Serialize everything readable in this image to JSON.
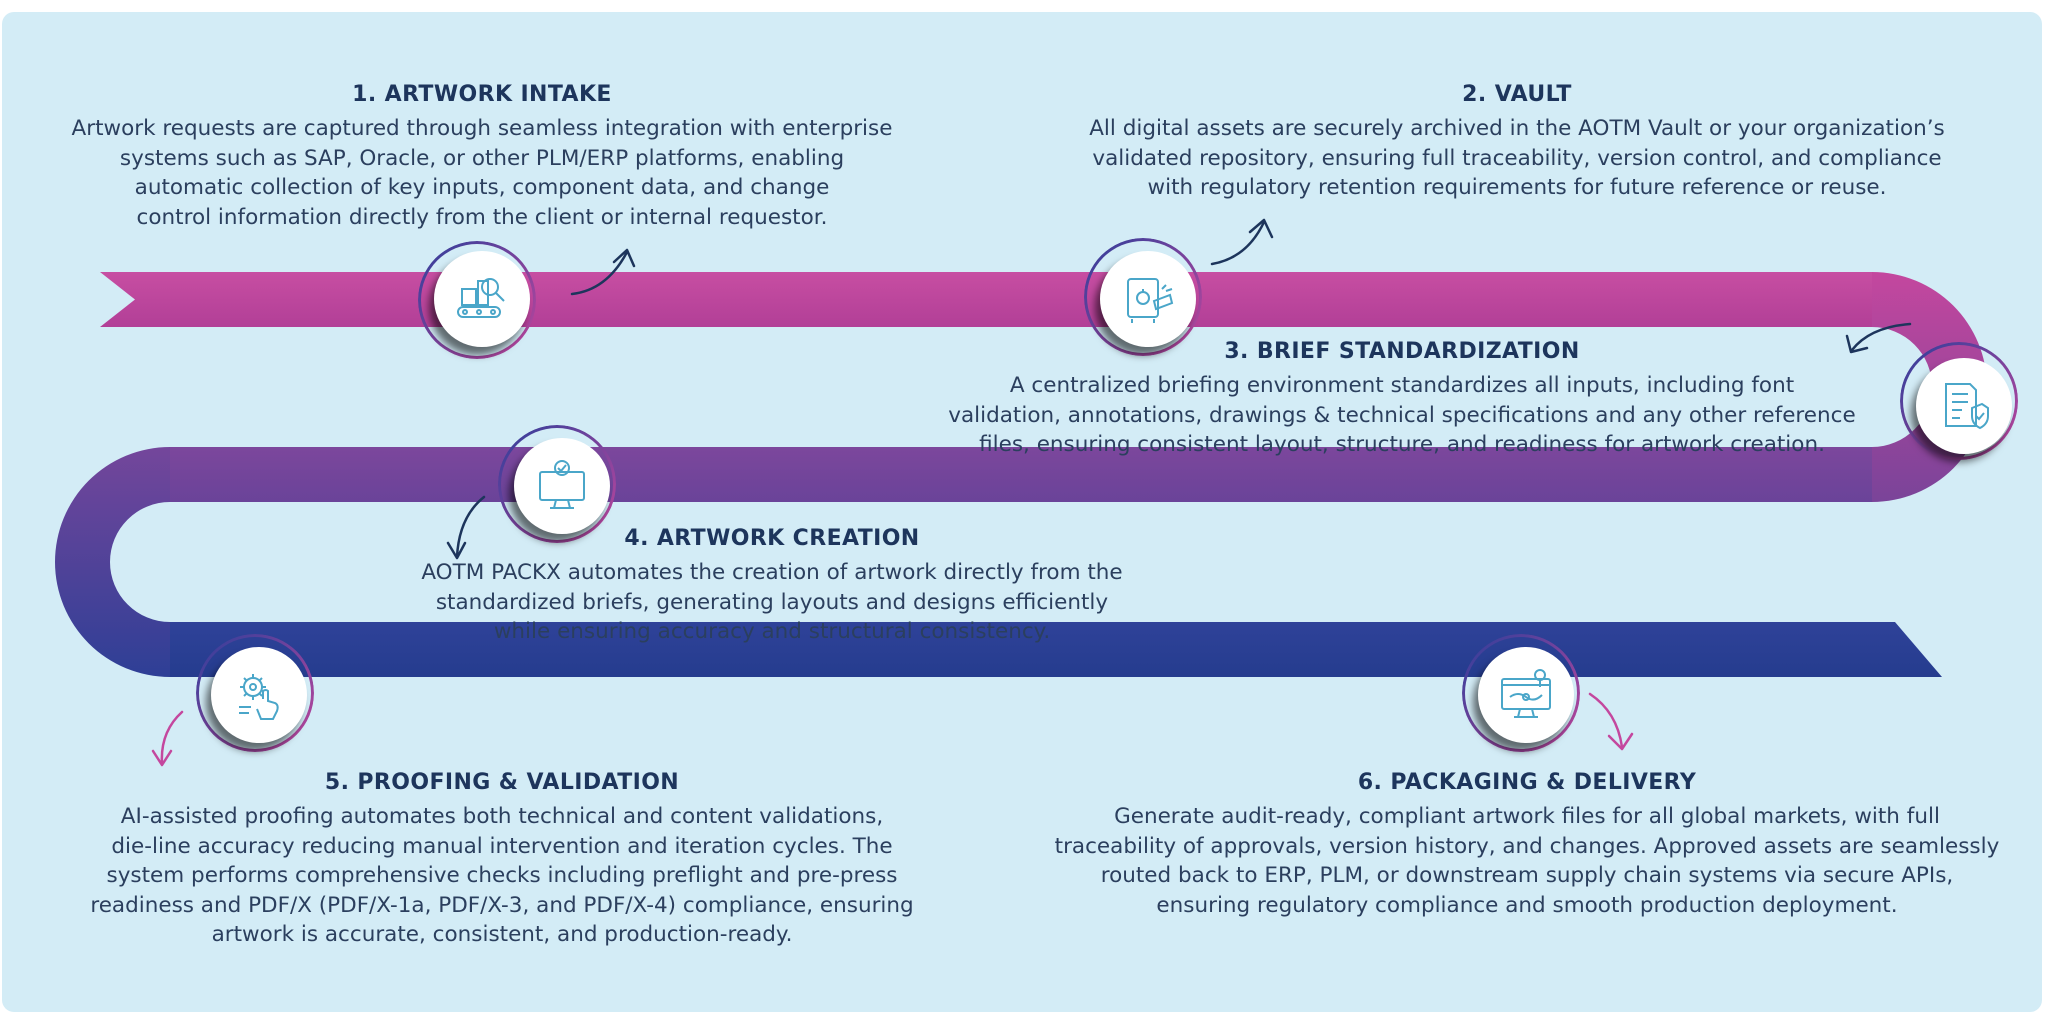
{
  "steps": [
    {
      "title": "1. ARTWORK INTAKE",
      "lines": [
        "Artwork requests are captured through seamless integration with enterprise",
        "systems such as SAP, Oracle, or other PLM/ERP platforms, enabling",
        "automatic collection of key inputs, component data, and change",
        "control information directly from the client or internal requestor."
      ],
      "icon": "conveyor-box-icon"
    },
    {
      "title": "2. VAULT",
      "lines": [
        "All digital assets are securely archived in the AOTM Vault or your organization’s",
        "validated repository, ensuring full traceability, version control, and compliance",
        "with regulatory retention requirements for future reference or reuse."
      ],
      "icon": "vault-safe-icon"
    },
    {
      "title": "3. BRIEF STANDARDIZATION",
      "lines": [
        "A centralized briefing environment standardizes all inputs, including font",
        "validation, annotations, drawings & technical specifications and any other reference",
        "files, ensuring consistent layout, structure, and readiness for artwork creation."
      ],
      "icon": "document-shield-icon"
    },
    {
      "title": "4. ARTWORK CREATION",
      "lines": [
        "AOTM PACKX automates the creation of artwork directly from the",
        "standardized briefs, generating layouts and designs efficiently",
        "while ensuring accuracy and structural consistency."
      ],
      "icon": "monitor-check-icon"
    },
    {
      "title": "5. PROOFING & VALIDATION",
      "lines": [
        "AI-assisted proofing automates both technical and content validations,",
        "die-line accuracy reducing manual intervention and iteration cycles. The",
        "system performs comprehensive checks including preflight and pre-press",
        "readiness and PDF/X (PDF/X-1a, PDF/X-3, and PDF/X-4) compliance, ensuring",
        "artwork is accurate, consistent, and production-ready."
      ],
      "icon": "gear-hand-icon"
    },
    {
      "title": "6. PACKAGING & DELIVERY",
      "lines": [
        "Generate audit-ready, compliant artwork files for all global markets, with full",
        "traceability of approvals, version history, and changes. Approved assets are seamlessly",
        "routed back to ERP, PLM, or downstream supply chain systems via secure APIs,",
        "ensuring regulatory compliance and smooth production deployment."
      ],
      "icon": "delivery-screen-icon"
    }
  ],
  "colors": {
    "background": "#d3ecf6",
    "road_top": "#c4479e",
    "road_middle": "#7a4499",
    "road_bottom": "#2b3f95",
    "title": "#1d355c",
    "text": "#2b3f5e",
    "icon": "#4aa6c9"
  }
}
